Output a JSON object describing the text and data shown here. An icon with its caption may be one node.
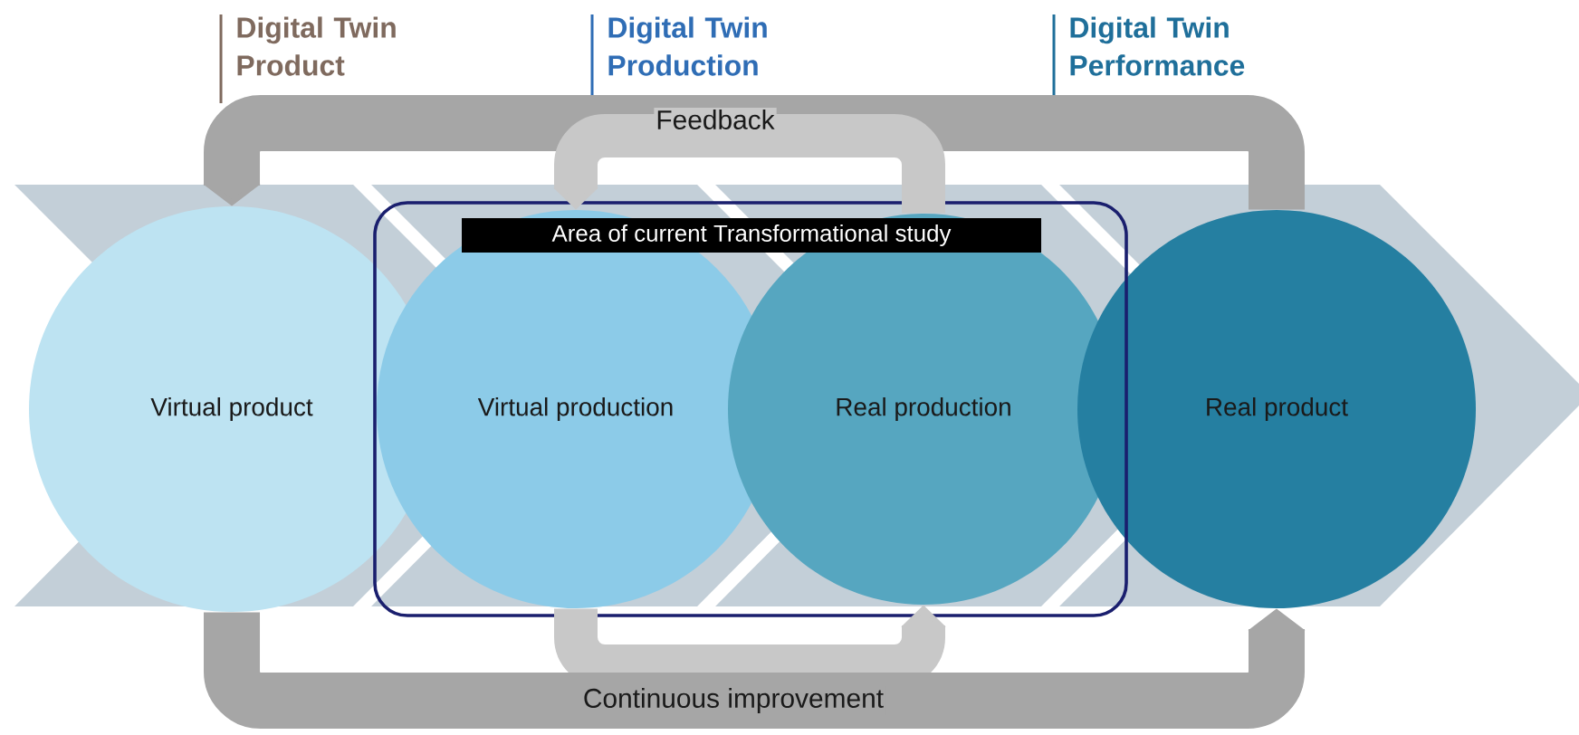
{
  "diagram": {
    "nodes": [
      {
        "text": [
          "Area of current Transformational study"
        ]
      },
      {
        "text": [
          "Virtual product"
        ]
      },
      {
        "text": [
          "Virtual production"
        ],
        "in": 0
      },
      {
        "text": [
          "Real production"
        ],
        "in": 0
      },
      {
        "text": [
          "Real product"
        ]
      }
    ],
    "edges": [
      {
        "from": 4,
        "to": 1,
        "arrow": "to"
      },
      {
        "from": 3,
        "to": 2,
        "arrow": "to",
        "label": "Feedback",
        "color": "#c8c8c8"
      },
      {
        "from": 2,
        "to": 3,
        "arrow": "to",
        "color": "#c8c8c8"
      },
      {
        "from": 1,
        "to": 4,
        "arrow": "to",
        "label": "Continuous improvement"
      }
    ],
    "labels": [
      "Digital Twin Product",
      "Digital Twin Production",
      "Digital Twin Performance"
    ]
  }
}
